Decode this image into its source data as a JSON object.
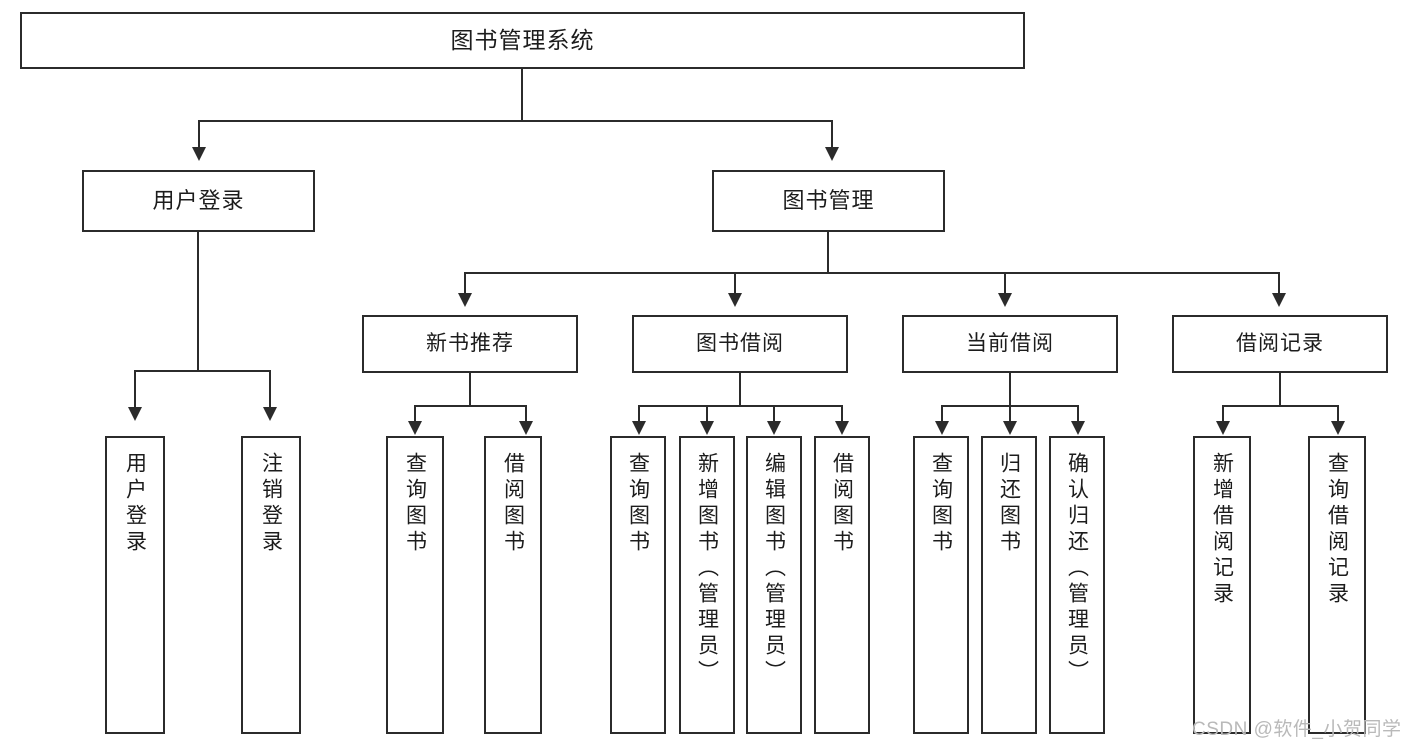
{
  "diagram": {
    "title": "图书管理系统",
    "root": {
      "label": "图书管理系统"
    },
    "level2": [
      {
        "label": "用户登录"
      },
      {
        "label": "图书管理"
      }
    ],
    "level3": [
      {
        "label": "新书推荐"
      },
      {
        "label": "图书借阅"
      },
      {
        "label": "当前借阅"
      },
      {
        "label": "借阅记录"
      }
    ],
    "leaves": {
      "user_login": [
        {
          "label": "用户登录"
        },
        {
          "label": "注销登录"
        }
      ],
      "new_book": [
        {
          "label": "查询图书"
        },
        {
          "label": "借阅图书"
        }
      ],
      "book_borrow": [
        {
          "label": "查询图书"
        },
        {
          "label": "新增图书（管理员）"
        },
        {
          "label": "编辑图书（管理员）"
        },
        {
          "label": "借阅图书"
        }
      ],
      "current_borrow": [
        {
          "label": "查询图书"
        },
        {
          "label": "归还图书"
        },
        {
          "label": "确认归还（管理员）"
        }
      ],
      "borrow_record": [
        {
          "label": "新增借阅记录"
        },
        {
          "label": "查询借阅记录"
        }
      ]
    }
  },
  "watermark": {
    "text": "CSDN @软件_小贺同学"
  },
  "colors": {
    "stroke": "#2b2b2b",
    "background": "#ffffff",
    "text": "#1c1c1c",
    "watermark": "#b9b9b9"
  }
}
